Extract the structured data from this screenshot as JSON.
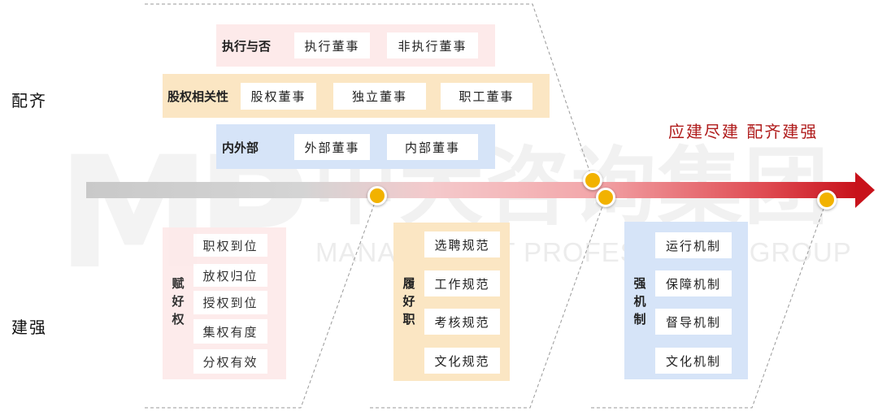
{
  "watermark": {
    "logo": "MP",
    "company_cn": "中大咨询集团",
    "company_en": "MANAGEMENT PROFESSIONAL GROUP"
  },
  "side_labels": {
    "top": "配齐",
    "bottom": "建强"
  },
  "title": "应建尽建 配齐建强",
  "colors": {
    "pink": "#fdeaea",
    "orange": "#fbe6c3",
    "blue": "#d6e4f8",
    "title_red": "#b01c1c",
    "arrow_red": "#c8121b",
    "dot_yellow": "#f2b200"
  },
  "top_rows": [
    {
      "label": "执行与否",
      "items": [
        "执行董事",
        "非执行董事"
      ]
    },
    {
      "label": "股权相关性",
      "items": [
        "股权董事",
        "独立董事",
        "职工董事"
      ]
    },
    {
      "label": "内外部",
      "items": [
        "外部董事",
        "内部董事"
      ]
    }
  ],
  "bottom_groups": [
    {
      "label": "赋好权",
      "items": [
        "职权到位",
        "放权归位",
        "授权到位",
        "集权有度",
        "分权有效"
      ]
    },
    {
      "label": "履好职",
      "items": [
        "选聘规范",
        "工作规范",
        "考核规范",
        "文化规范"
      ]
    },
    {
      "label": "强机制",
      "items": [
        "运行机制",
        "保障机制",
        "督导机制",
        "文化机制"
      ]
    }
  ]
}
